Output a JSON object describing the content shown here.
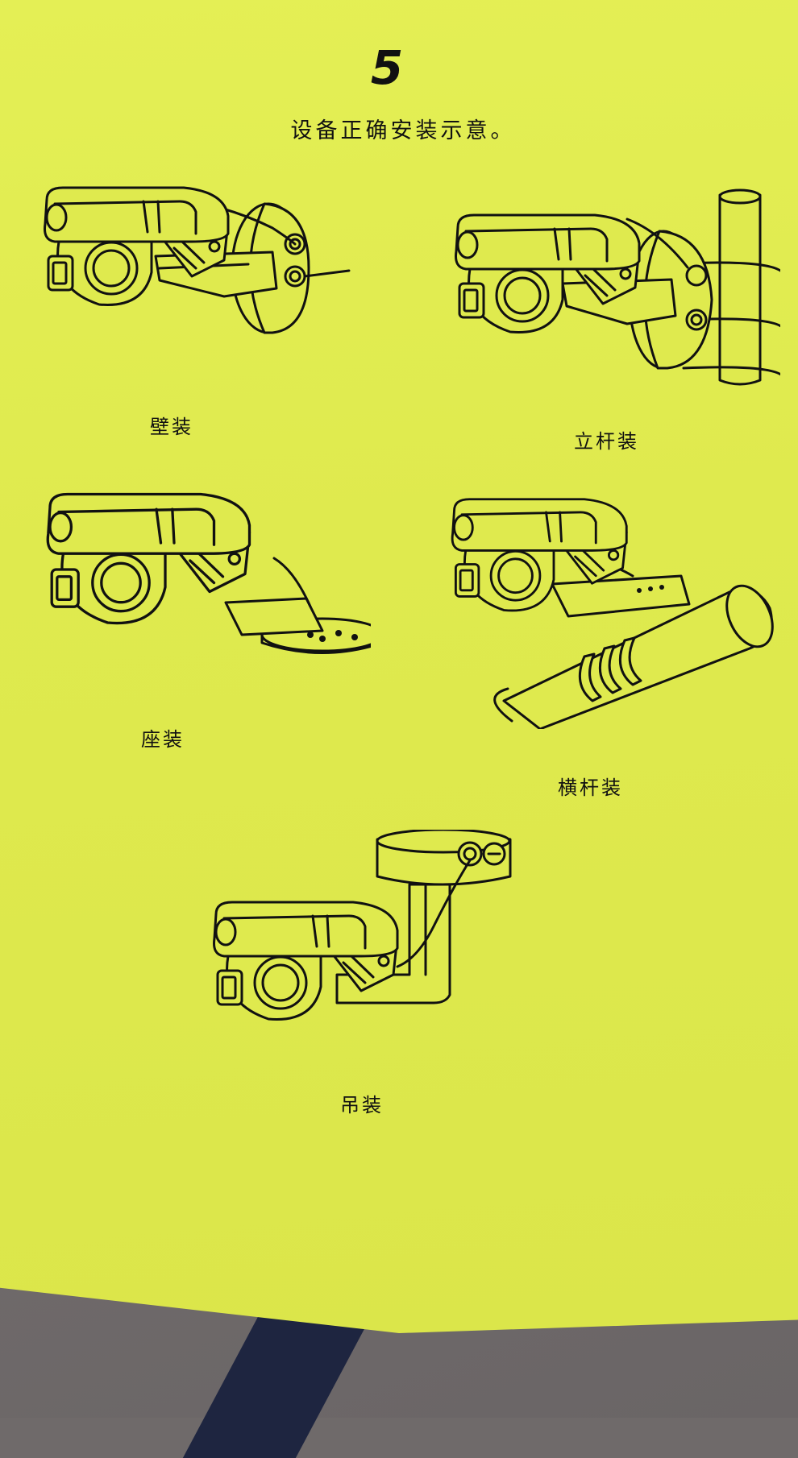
{
  "page": {
    "number": "5",
    "title": "设备正确安装示意。"
  },
  "figures": {
    "wall": {
      "caption": "壁装"
    },
    "pole": {
      "caption": "立杆装"
    },
    "base": {
      "caption": "座装"
    },
    "crossbar": {
      "caption": "横杆装"
    },
    "ceiling": {
      "caption": "吊装"
    }
  },
  "colors": {
    "paper": "#dfea4e",
    "ink": "#111111",
    "table": "#6f6a6a",
    "folder": "#1e2540"
  }
}
